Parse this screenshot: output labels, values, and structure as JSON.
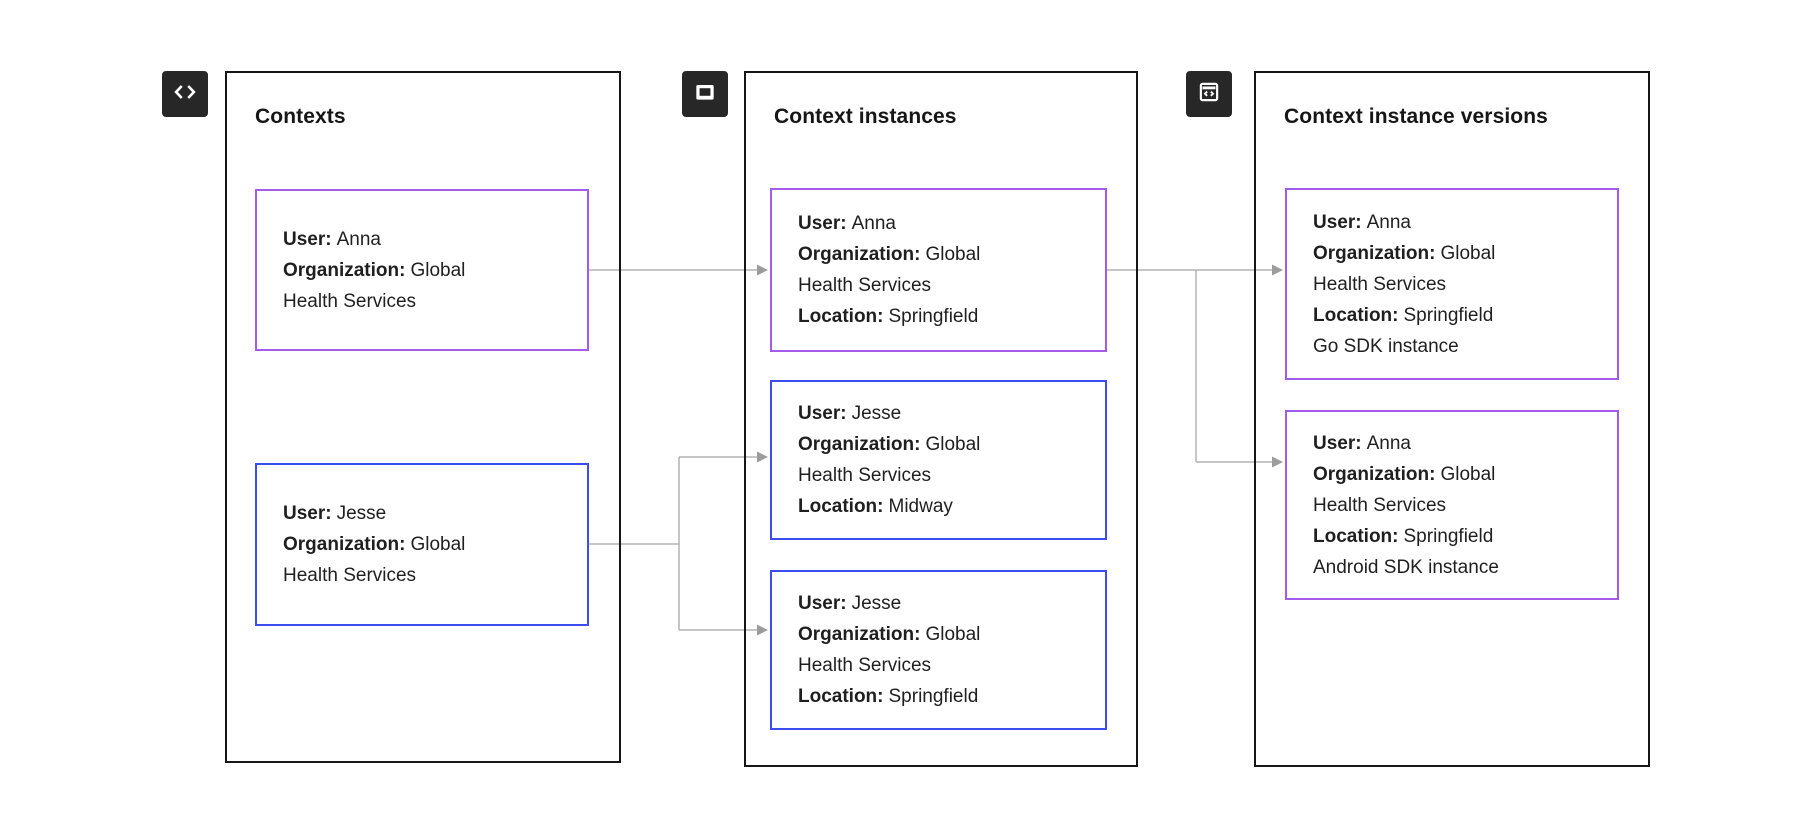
{
  "colors": {
    "purple_card_border": "#A35BEB",
    "blue_card_border": "#3B4CF0",
    "panel_border": "#161616",
    "connector_line": "#b3b3b3",
    "icon_tile_background": "#272727"
  },
  "panels": [
    {
      "title": "Contexts",
      "icon": "code-icon",
      "cards": [
        {
          "variant": "purple",
          "lines": [
            {
              "label": "User:",
              "value": "Anna"
            },
            {
              "label": "Organization:",
              "value": "Global"
            },
            {
              "label": "",
              "value": "Health Services"
            }
          ]
        },
        {
          "variant": "blue",
          "lines": [
            {
              "label": "User:",
              "value": "Jesse"
            },
            {
              "label": "Organization:",
              "value": "Global"
            },
            {
              "label": "",
              "value": "Health Services"
            }
          ]
        }
      ]
    },
    {
      "title": "Context instances",
      "icon": "window-icon",
      "cards": [
        {
          "variant": "purple",
          "lines": [
            {
              "label": "User:",
              "value": "Anna"
            },
            {
              "label": "Organization:",
              "value": "Global"
            },
            {
              "label": "",
              "value": "Health Services"
            },
            {
              "label": "Location:",
              "value": "Springfield"
            }
          ]
        },
        {
          "variant": "blue",
          "lines": [
            {
              "label": "User:",
              "value": "Jesse"
            },
            {
              "label": "Organization:",
              "value": "Global"
            },
            {
              "label": "",
              "value": "Health Services"
            },
            {
              "label": "Location:",
              "value": "Midway"
            }
          ]
        },
        {
          "variant": "blue",
          "lines": [
            {
              "label": "User:",
              "value": "Jesse"
            },
            {
              "label": "Organization:",
              "value": "Global"
            },
            {
              "label": "",
              "value": "Health Services"
            },
            {
              "label": "Location:",
              "value": "Springfield"
            }
          ]
        }
      ]
    },
    {
      "title": "Context instance versions",
      "icon": "code-window-icon",
      "cards": [
        {
          "variant": "purple",
          "lines": [
            {
              "label": "User:",
              "value": "Anna"
            },
            {
              "label": "Organization:",
              "value": "Global"
            },
            {
              "label": "",
              "value": "Health Services"
            },
            {
              "label": "Location:",
              "value": "Springfield"
            },
            {
              "label": "",
              "value": "Go SDK instance"
            }
          ]
        },
        {
          "variant": "purple",
          "lines": [
            {
              "label": "User:",
              "value": "Anna"
            },
            {
              "label": "Organization:",
              "value": "Global"
            },
            {
              "label": "",
              "value": "Health Services"
            },
            {
              "label": "Location:",
              "value": "Springfield"
            },
            {
              "label": "",
              "value": "Android SDK instance"
            }
          ]
        }
      ]
    }
  ]
}
